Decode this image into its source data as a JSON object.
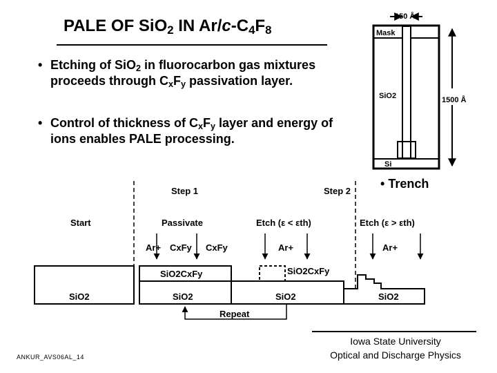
{
  "title": {
    "t1": "PALE OF Si",
    "t2": "O",
    "t3": "2",
    "t4": " IN Ar/",
    "t5": "c",
    "t6": "-C",
    "t7": "4",
    "t8": "F",
    "t9": "8"
  },
  "bullets": {
    "b1": {
      "p1": "Etching of Si",
      "p2": "O",
      "p3": "2",
      "p4": " in fluorocarbon gas mixtures proceeds through C",
      "p5": "x",
      "p6": "F",
      "p7": "y",
      "p8": " passivation layer."
    },
    "b2": {
      "p1": "Control of thickness of C",
      "p2": "x",
      "p3": "F",
      "p4": "y",
      "p5": " layer and energy of ions enables PALE processing."
    }
  },
  "trench_diagram": {
    "width_label": "150 Å",
    "depth_label": "1500 Å",
    "mask_label": "Mask",
    "oxide_label": "SiO2",
    "substrate_label": "Si"
  },
  "trench_bullet": "Trench",
  "process": {
    "step1": "Step 1",
    "step2": "Step 2",
    "start": "Start",
    "passivate": "Passivate",
    "etch_low": "Etch (ε < εth)",
    "etch_high": "Etch (ε > εth)",
    "ar_ion": "Ar+",
    "cxfy": "CxFy",
    "sio2": "SiO2",
    "sio2cxfy": "SiO2CxFy",
    "repeat": "Repeat"
  },
  "slide_id": "ANKUR_AVS06AL_14",
  "credit": {
    "line1": "Iowa State University",
    "line2": "Optical and Discharge Physics"
  },
  "colors": {
    "ink": "#000000",
    "background": "#ffffff"
  },
  "icons": [
    "bullet-dot-icon",
    "down-arrow-icon",
    "dimension-arrow-icon"
  ]
}
